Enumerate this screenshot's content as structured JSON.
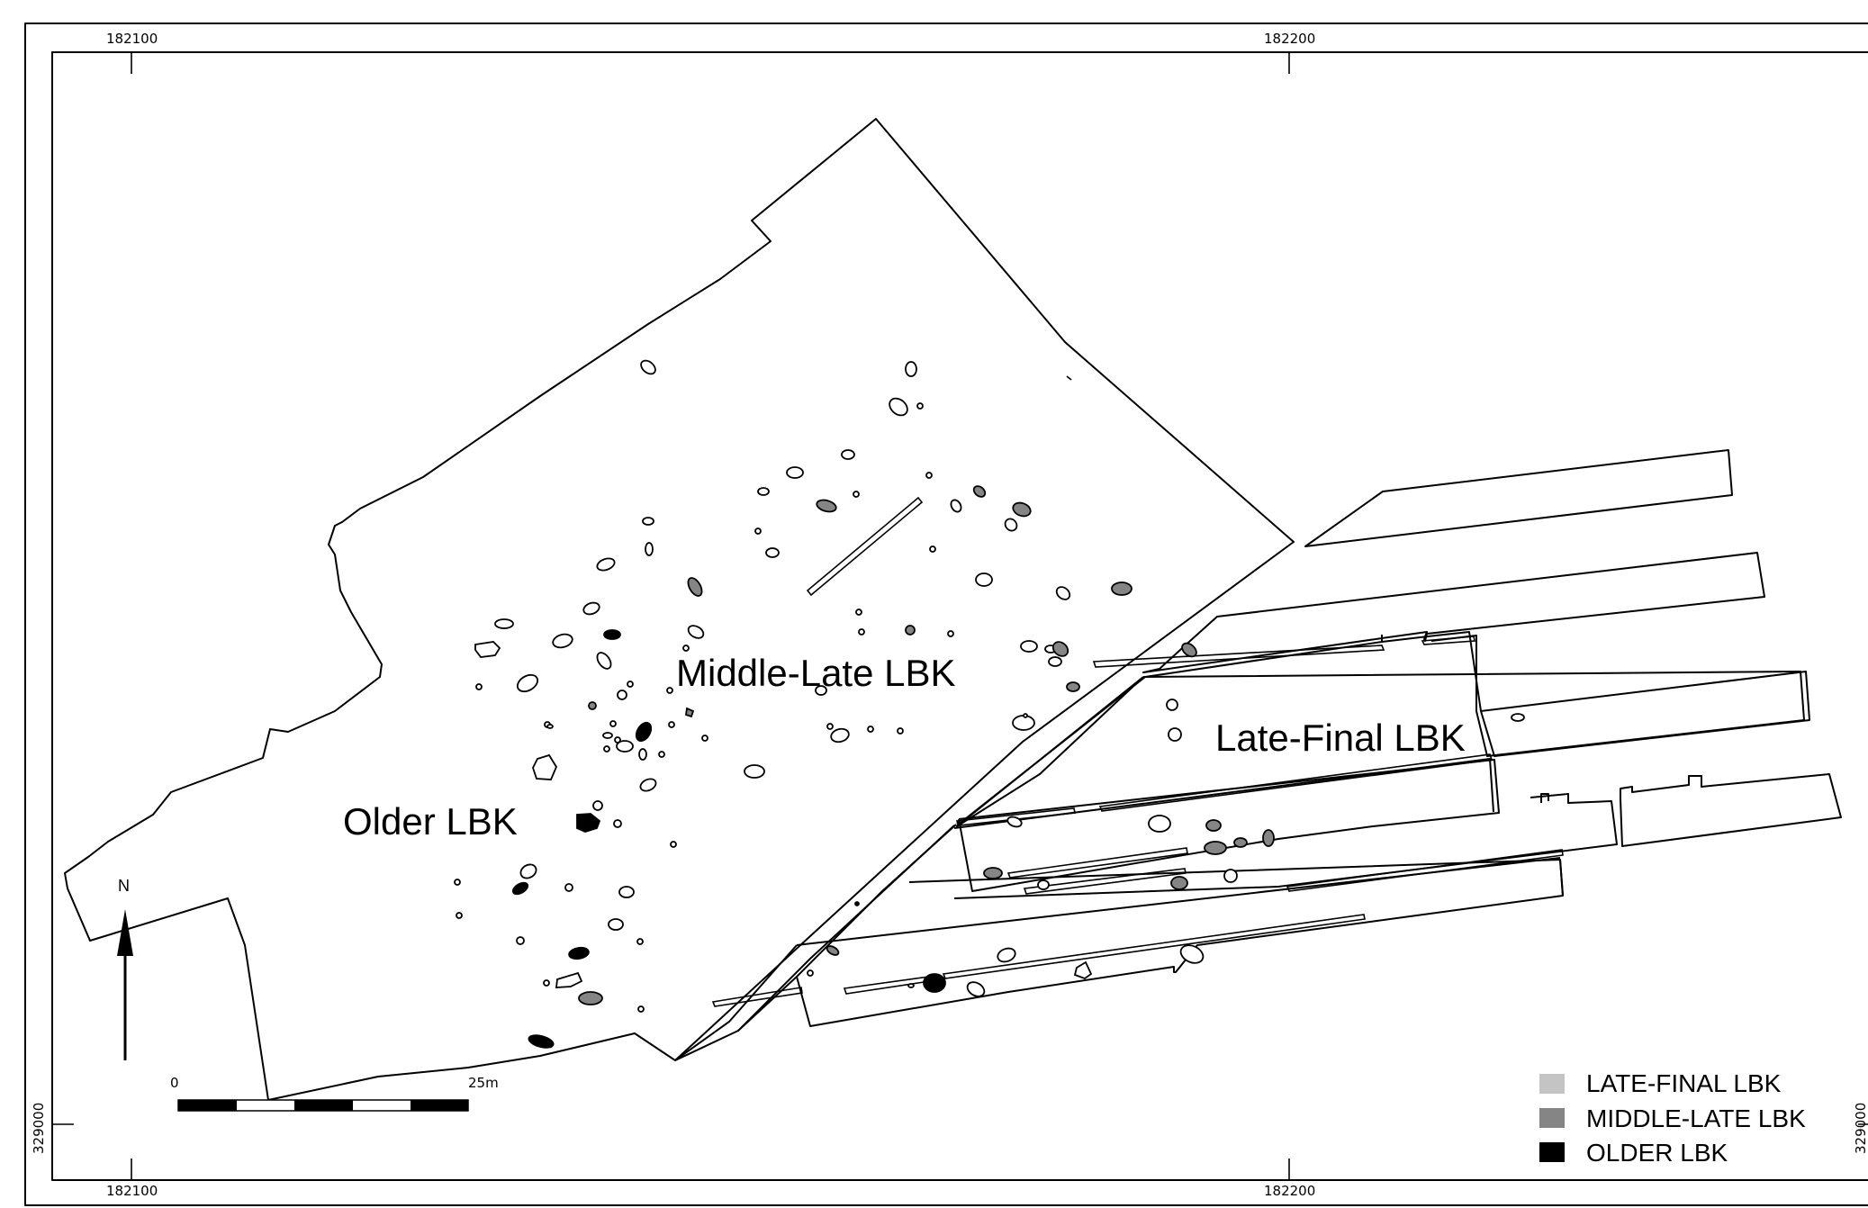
{
  "grid": {
    "easting_left": "182100",
    "easting_right": "182200",
    "northing": "329000"
  },
  "zones": {
    "middle_late": "Middle-Late LBK",
    "late_final": "Late-Final LBK",
    "older": "Older LBK"
  },
  "legend": [
    {
      "label": "LATE-FINAL LBK",
      "color": "#c4c4c4"
    },
    {
      "label": "MIDDLE-LATE LBK",
      "color": "#858585"
    },
    {
      "label": "OLDER LBK",
      "color": "#000000"
    }
  ],
  "scale_bar": {
    "start": "0",
    "end": "25m"
  },
  "north": "N",
  "colors": {
    "line": "#000000",
    "background": "#ffffff",
    "middle_late_fill": "#858585",
    "older_fill": "#000000",
    "late_final_fill": "#c4c4c4"
  }
}
